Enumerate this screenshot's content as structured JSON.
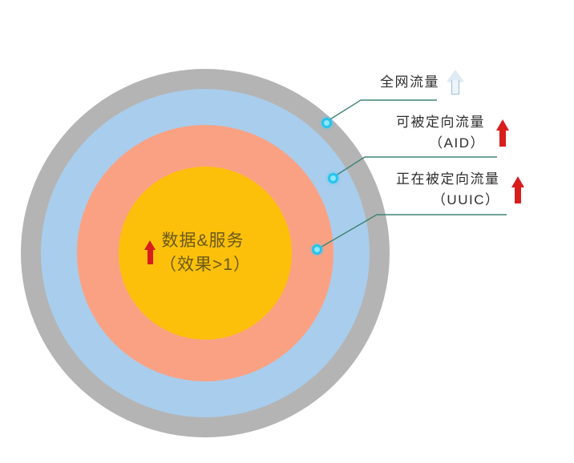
{
  "diagram": {
    "title": "concentric-traffic-funnel",
    "core": {
      "line1": "数据&服务",
      "line2": "（效果>1）",
      "arrow": "red-up-arrow",
      "color": "#fcc00a"
    },
    "rings": [
      {
        "name": "outer-ring",
        "color": "#b4b4b4",
        "label_ref": 0
      },
      {
        "name": "blue-ring",
        "color": "#a9cdec",
        "label_ref": 1
      },
      {
        "name": "orange-ring",
        "color": "#fba183",
        "label_ref": 2
      },
      {
        "name": "core-circle",
        "color": "#fcc00a",
        "label_ref": null
      }
    ],
    "labels": [
      {
        "id": "label-1",
        "line1": "全网流量",
        "line2": "",
        "arrow": "light-blue-up-arrow",
        "arrow_color": "#dfeaf5"
      },
      {
        "id": "label-2",
        "line1": "可被定向流量",
        "line2": "（AID）",
        "arrow": "red-up-arrow",
        "arrow_color": "#d81d1d"
      },
      {
        "id": "label-3",
        "line1": "正在被定向流量",
        "line2": "（UUIC）",
        "arrow": "red-up-arrow",
        "arrow_color": "#d81d1d"
      }
    ],
    "connector_color": "#3e8476",
    "marker_color": "#25c4ef"
  }
}
